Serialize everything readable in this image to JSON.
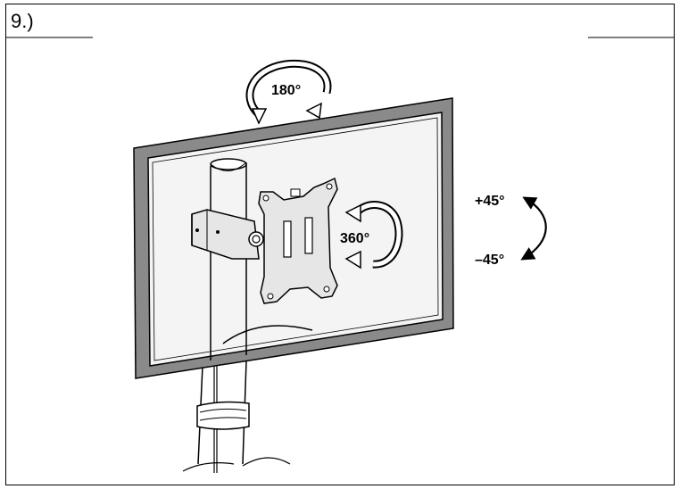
{
  "step": {
    "label": "9.)"
  },
  "rotation": {
    "swivel": {
      "label": "180°"
    },
    "spin": {
      "label": "360°"
    },
    "tilt": {
      "up_label": "+45°",
      "down_label": "–45°"
    }
  },
  "colors": {
    "line": "#000000",
    "frame_fill": "#8a8a8a",
    "screen_fill": "#f4f4f4",
    "bracket_fill": "#e6e6e6"
  }
}
